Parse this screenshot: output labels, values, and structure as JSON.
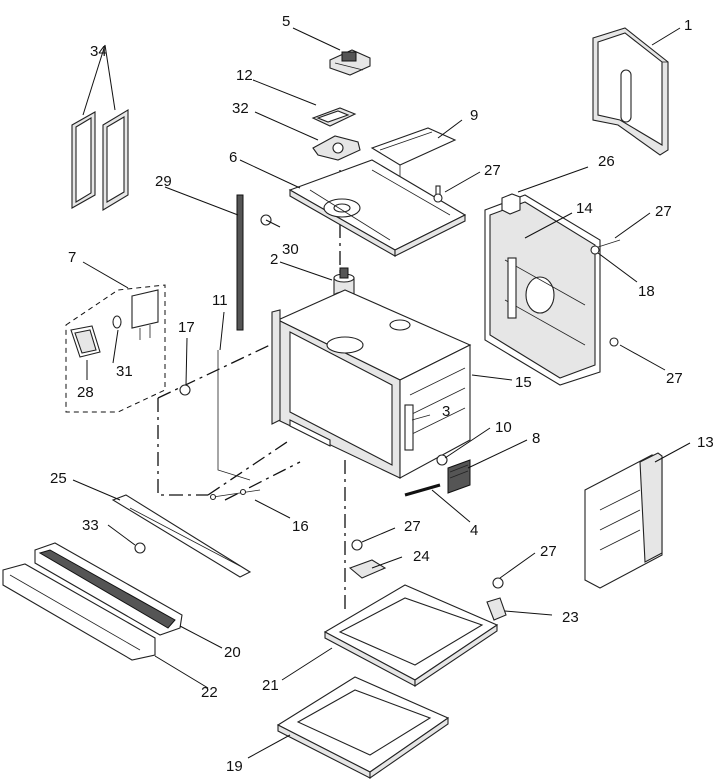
{
  "callouts": {
    "c1": "1",
    "c2": "2",
    "c3": "3",
    "c4": "4",
    "c5": "5",
    "c6": "6",
    "c7": "7",
    "c8": "8",
    "c9": "9",
    "c10": "10",
    "c11": "11",
    "c12": "12",
    "c13": "13",
    "c14": "14",
    "c15": "15",
    "c16": "16",
    "c17": "17",
    "c18": "18",
    "c19": "19",
    "c20": "20",
    "c21": "21",
    "c22": "22",
    "c23": "23",
    "c24": "24",
    "c25": "25",
    "c26": "26",
    "c27a": "27",
    "c27b": "27",
    "c27c": "27",
    "c27d": "27",
    "c27e": "27",
    "c28": "28",
    "c29": "29",
    "c30": "30",
    "c31": "31",
    "c32": "32",
    "c33": "33",
    "c34": "34"
  }
}
